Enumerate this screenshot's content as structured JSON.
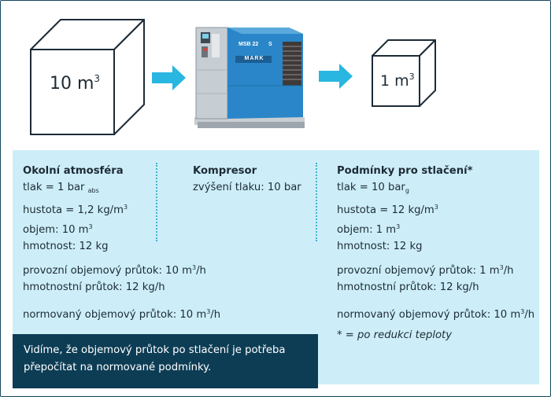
{
  "top": {
    "big_volume": "10 m",
    "big_volume_exp": "3",
    "small_volume": "1 m",
    "small_volume_exp": "3",
    "compressor_model": "MSB 22",
    "compressor_brand": "MARK",
    "compressor_mark": "S"
  },
  "col1": {
    "heading": "Okolní atmosféra",
    "pressure": "tlak = 1 bar",
    "pressure_sub": "abs",
    "density": "hustota = 1,2 kg/m",
    "density_sup": "3",
    "volume": "objem: 10 m",
    "volume_sup": "3",
    "mass": "hmotnost: 12 kg",
    "flow_vol": "provozní objemový průtok: 10 m",
    "flow_vol_sup": "3",
    "flow_vol_unit": "/h",
    "flow_mass": "hmotnostní průtok: 12 kg/h",
    "flow_norm": "normovaný objemový průtok: 10 m",
    "flow_norm_sup": "3",
    "flow_norm_unit": "/h"
  },
  "col2": {
    "heading": "Kompresor",
    "increase": "zvýšení tlaku: 10 bar"
  },
  "col3": {
    "heading": "Podmínky pro stlačení*",
    "pressure": "tlak = 10 bar",
    "pressure_sub": "g",
    "density": "hustota = 12 kg/m",
    "density_sup": "3",
    "volume": "objem: 1 m",
    "volume_sup": "3",
    "mass": "hmotnost: 12 kg",
    "flow_vol": "provozní objemový průtok: 1 m",
    "flow_vol_sup": "3",
    "flow_vol_unit": "/h",
    "flow_mass": "hmotnostní průtok: 12 kg/h",
    "flow_norm": "normovaný objemový průtok: 10 m",
    "flow_norm_sup": "3",
    "flow_norm_unit": "/h",
    "footnote": "* = po redukci teploty"
  },
  "note": {
    "line1": "Vidíme, že objemový průtok po stlačení je potřeba",
    "line2": "přepočítat na normované podmínky."
  },
  "colors": {
    "panel": "#cdeef8",
    "note_bg": "#0d3d55",
    "arrow": "#29b6e0",
    "compressor": "#2a86c8",
    "border": "#17485e"
  }
}
